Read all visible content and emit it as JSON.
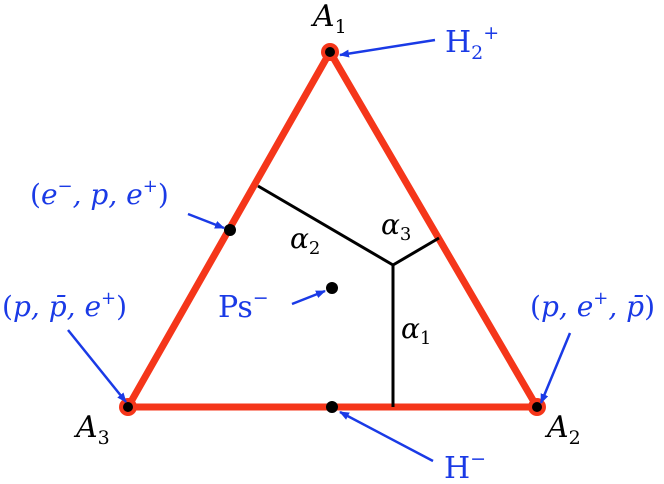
{
  "colors": {
    "triangle": "#f5361a",
    "annotation": "#1a3ae6",
    "ink": "#000000",
    "background": "#ffffff"
  },
  "vertices": {
    "top": {
      "name": "A",
      "sub": "1"
    },
    "right": {
      "name": "A",
      "sub": "2"
    },
    "left": {
      "name": "A",
      "sub": "3"
    }
  },
  "params": {
    "alpha1": {
      "name": "α",
      "sub": "1"
    },
    "alpha2": {
      "name": "α",
      "sub": "2"
    },
    "alpha3": {
      "name": "α",
      "sub": "3"
    }
  },
  "annotations": {
    "h2_plus": {
      "base": "H",
      "sub": "2",
      "sup": "+"
    },
    "h_minus": {
      "base": "H",
      "sup": "−"
    },
    "ps_minus": {
      "base": "Ps",
      "sup": "−"
    },
    "e_p_e": {
      "open": "(",
      "a": "e",
      "a_sup": "−",
      "sep1": ", ",
      "b": "p",
      "sep2": ", ",
      "c": "e",
      "c_sup": "+",
      "close": ")"
    },
    "p_pbar_e": {
      "open": "(",
      "a": "p",
      "sep1": ", ",
      "b": "p̄",
      "sep2": ", ",
      "c": "e",
      "c_sup": "+",
      "close": ")"
    },
    "p_e_pbar": {
      "open": "(",
      "a": "p",
      "sep1": ", ",
      "b": "e",
      "b_sup": "+",
      "sep2": ", ",
      "c": "p̄",
      "close": ")"
    }
  }
}
